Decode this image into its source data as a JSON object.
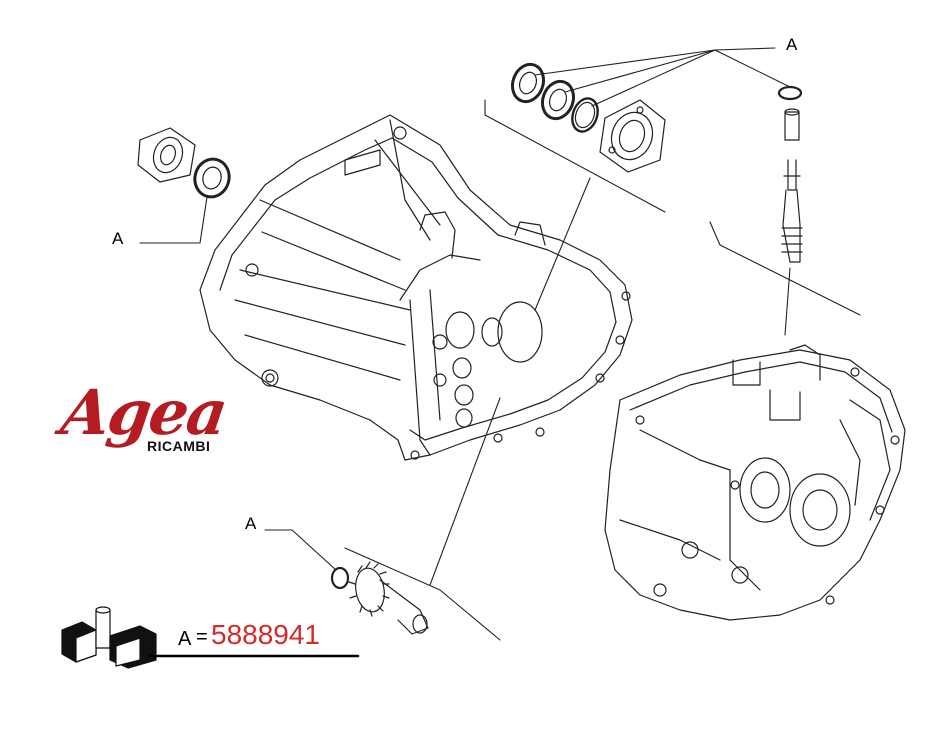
{
  "callouts": {
    "top_right": "A",
    "left": "A",
    "bottom": "A"
  },
  "logo": {
    "word": "Agea",
    "sub": "RICAMBI",
    "color": "#b51c22"
  },
  "legend": {
    "key": "A",
    "equals": "=",
    "part_number": "5888941",
    "number_color": "#d42a2a"
  },
  "icons": [
    "flange-seal-icon",
    "bearing-icon",
    "oring-icon",
    "shaft-icon",
    "gear-icon",
    "gearbox-housing-icon",
    "kit-box-icon"
  ]
}
